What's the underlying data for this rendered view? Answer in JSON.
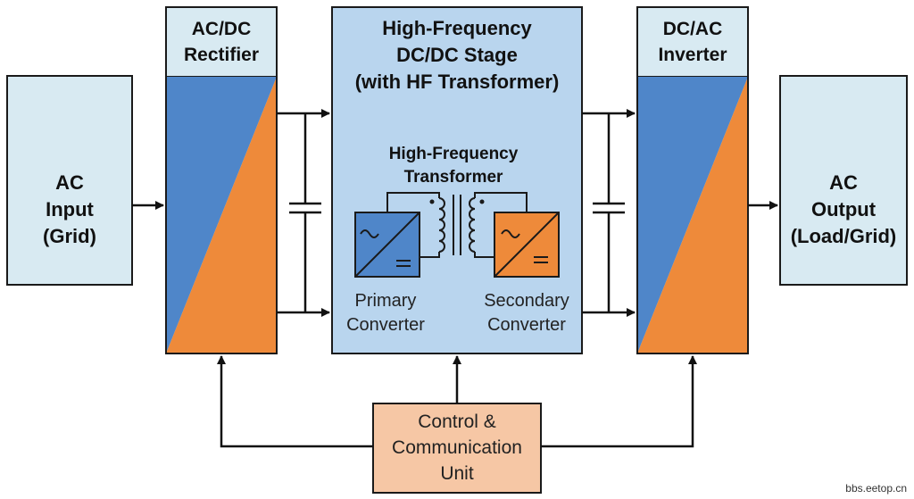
{
  "blocks": {
    "ac_input": {
      "lines": [
        "AC",
        "Input",
        "(Grid)"
      ]
    },
    "rectifier": {
      "lines": [
        "AC/DC",
        "Rectifier"
      ]
    },
    "hf_stage": {
      "lines": [
        "High-Frequency",
        "DC/DC Stage",
        "(with HF Transformer)"
      ]
    },
    "hf_transformer": {
      "lines": [
        "High-Frequency",
        "Transformer"
      ]
    },
    "primary_converter": {
      "lines": [
        "Primary",
        "Converter"
      ]
    },
    "secondary_converter": {
      "lines": [
        "Secondary",
        "Converter"
      ]
    },
    "inverter": {
      "lines": [
        "DC/AC",
        "Inverter"
      ]
    },
    "ac_output": {
      "lines": [
        "AC",
        "Output",
        "(Load/Grid)"
      ]
    },
    "control_unit": {
      "lines": [
        "Control &",
        "Communication",
        "Unit"
      ]
    }
  },
  "watermark": "bbs.eetop.cn",
  "colors": {
    "light_blue_box": "#d8eaf2",
    "hf_stage_fill": "#b9d5ee",
    "converter_blue": "#4f86c9",
    "converter_orange": "#ee8a3a",
    "control_fill": "#f6c7a5",
    "outline": "#1a1a1a"
  }
}
